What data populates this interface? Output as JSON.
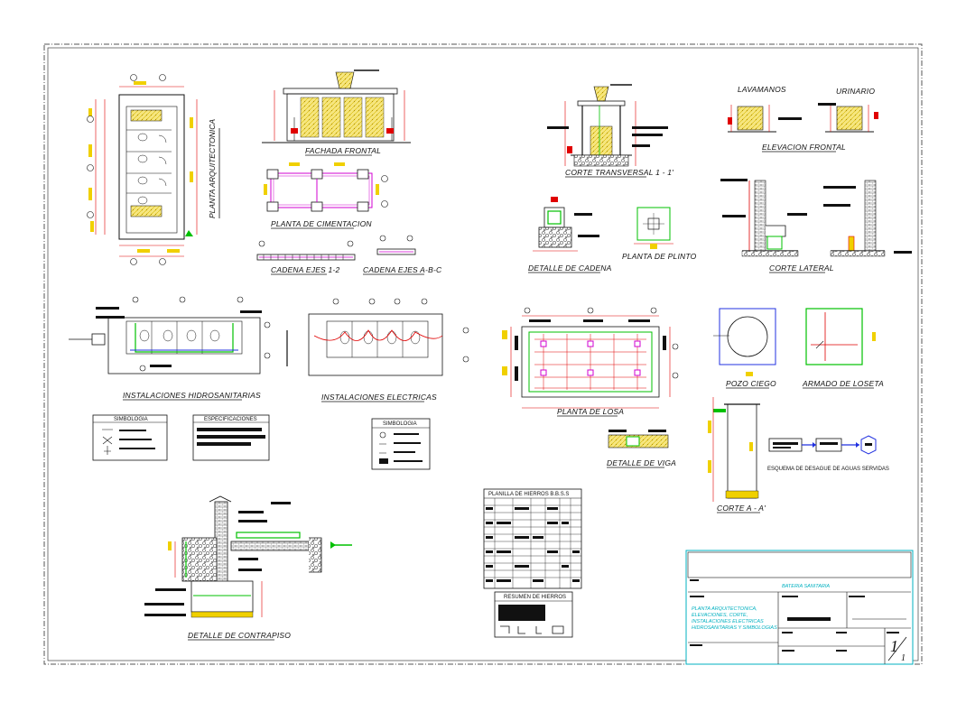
{
  "sheet": {
    "title_block": {
      "project": "BATERIA SANITARIA",
      "contents": [
        "PLANTA ARQUITECTONICA,",
        "ELEVACIONES, CORTE,",
        "INSTALACIONES ELECTRICAS",
        "HIDROSANITARIAS Y SIMBOLOGIAS"
      ],
      "sheet_number": "1",
      "sheet_total": "1"
    },
    "views": {
      "planta_arquitectonica": "PLANTA ARQUITECTONICA",
      "fachada_frontal": "FACHADA FRONTAL",
      "planta_cimentacion": "PLANTA DE CIMENTACION",
      "cadena_ejes_12": "CADENA EJES 1-2",
      "cadena_ejes_abc": "CADENA EJES A-B-C",
      "corte_transversal": "CORTE TRANSVERSAL 1 - 1'",
      "detalle_cadena": "DETALLE DE CADENA",
      "planta_plinto": "PLANTA DE PLINTO",
      "lavamanos": "LAVAMANOS",
      "urinario": "URINARIO",
      "elevacion_frontal": "ELEVACION FRONTAL",
      "corte_lateral": "CORTE LATERAL",
      "instalaciones_hidrosanitarias": "INSTALACIONES HIDROSANITARIAS",
      "instalaciones_electricas": "INSTALACIONES ELECTRICAS",
      "planta_losa": "PLANTA DE LOSA",
      "pozo_ciego": "POZO CIEGO",
      "armado_loseta": "ARMADO DE LOSETA",
      "detalle_viga": "DETALLE DE VIGA",
      "esquema_desague": "ESQUEMA DE DESAGUE DE AGUAS SERVIDAS",
      "corte_aa": "CORTE A - A'",
      "detalle_contrapiso": "DETALLE DE CONTRAPISO"
    },
    "tables": {
      "simbologia": "SIMBOLOGIA",
      "especificaciones": "ESPECIFICACIONES",
      "simbologia_electrica": "SIMBOLOGIA",
      "planilla_hierros": "PLANILLA DE HIERROS B.B.S.S",
      "resumen_hierros": "RESUMEN DE HIERROS"
    },
    "colors": {
      "line": "#111111",
      "hatch_yellow": "#f0d000",
      "dim_red": "#e00000",
      "rebar_magenta": "#d000d0",
      "accent_green": "#00c000",
      "title_cyan": "#00b0c0",
      "blue": "#2030e0"
    }
  }
}
